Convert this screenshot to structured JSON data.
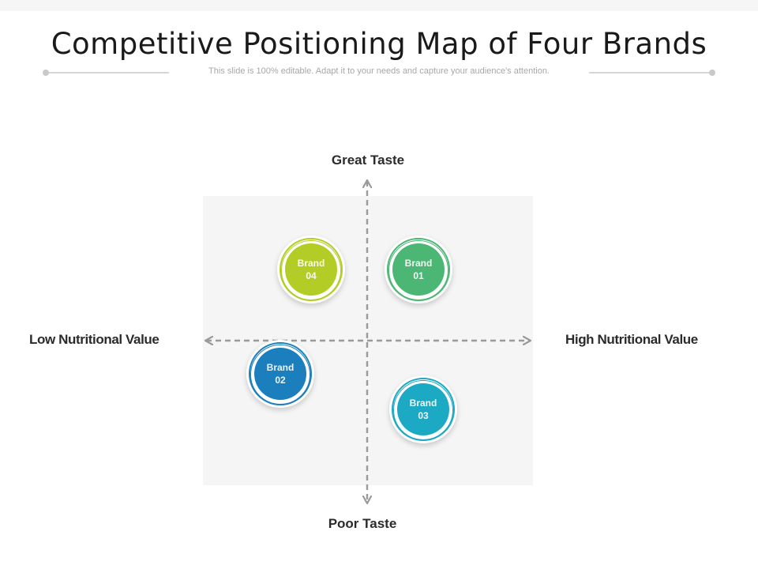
{
  "header": {
    "title": "Competitive Positioning Map of Four Brands",
    "subtitle": "This slide is 100% editable. Adapt it to your needs and capture your audience's attention."
  },
  "axes": {
    "top": "Great Taste",
    "bottom": "Poor Taste",
    "left": "Low Nutritional Value",
    "right": "High Nutritional Value"
  },
  "brands": [
    {
      "line1": "Brand",
      "line2": "01",
      "color": "#4cb774",
      "quadrant": "top-right"
    },
    {
      "line1": "Brand",
      "line2": "02",
      "color": "#1b7fbe",
      "quadrant": "bottom-left"
    },
    {
      "line1": "Brand",
      "line2": "03",
      "color": "#1ca9c4",
      "quadrant": "bottom-right"
    },
    {
      "line1": "Brand",
      "line2": "04",
      "color": "#b3cd26",
      "quadrant": "top-left"
    }
  ],
  "colors": {
    "axis": "#9a9a9a",
    "quadrant_background": "#f5f5f5"
  }
}
